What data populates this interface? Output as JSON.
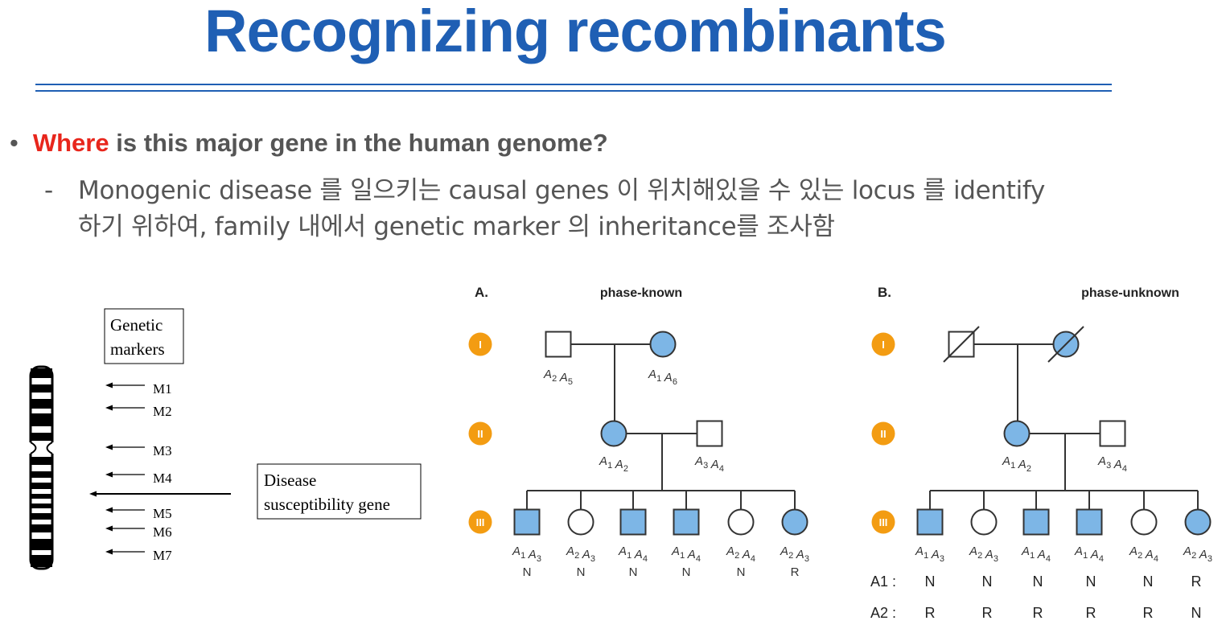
{
  "title": "Recognizing recombinants",
  "bullet": {
    "highlight": "Where",
    "rest": " is this major gene in the human genome?"
  },
  "subpoint": {
    "dash": "-",
    "line1": "Monogenic disease 를 일으키는 causal genes 이 위치해있을 수 있는 locus 를 identify",
    "line2": "하기 위하여, family 내에서 genetic marker 의 inheritance를 조사함"
  },
  "chromosome": {
    "markers_box": [
      "Genetic",
      "markers"
    ],
    "markers": [
      "M1",
      "M2",
      "M3",
      "M4",
      "M5",
      "M6",
      "M7"
    ],
    "gene_box": [
      "Disease",
      "susceptibility gene"
    ]
  },
  "pedigrees": {
    "generations": [
      "I",
      "II",
      "III"
    ],
    "A": {
      "label": "A.",
      "title": "phase-known",
      "gen1": [
        "A2 A5",
        "A1 A6"
      ],
      "gen2": [
        "A1 A2",
        "A3 A4"
      ],
      "gen3": [
        "A1 A3",
        "A2 A3",
        "A1 A4",
        "A1 A4",
        "A2 A4",
        "A2 A3"
      ],
      "status": [
        "N",
        "N",
        "N",
        "N",
        "N",
        "R"
      ]
    },
    "B": {
      "label": "B.",
      "title": "phase-unknown",
      "gen1": [
        "",
        ""
      ],
      "gen2": [
        "A1 A2",
        "A3 A4"
      ],
      "gen3": [
        "A1 A3",
        "A2 A3",
        "A1 A4",
        "A1 A4",
        "A2 A4",
        "A2 A3"
      ],
      "row_labels": [
        "A1 :",
        "A2 :"
      ],
      "status_a1": [
        "N",
        "N",
        "N",
        "N",
        "N",
        "R"
      ],
      "status_a2": [
        "R",
        "R",
        "R",
        "R",
        "R",
        "N"
      ]
    }
  },
  "colors": {
    "title": "#1f5fb4",
    "highlight": "#e8261c",
    "affected": "#7db6e6",
    "generation": "#f39c12"
  }
}
